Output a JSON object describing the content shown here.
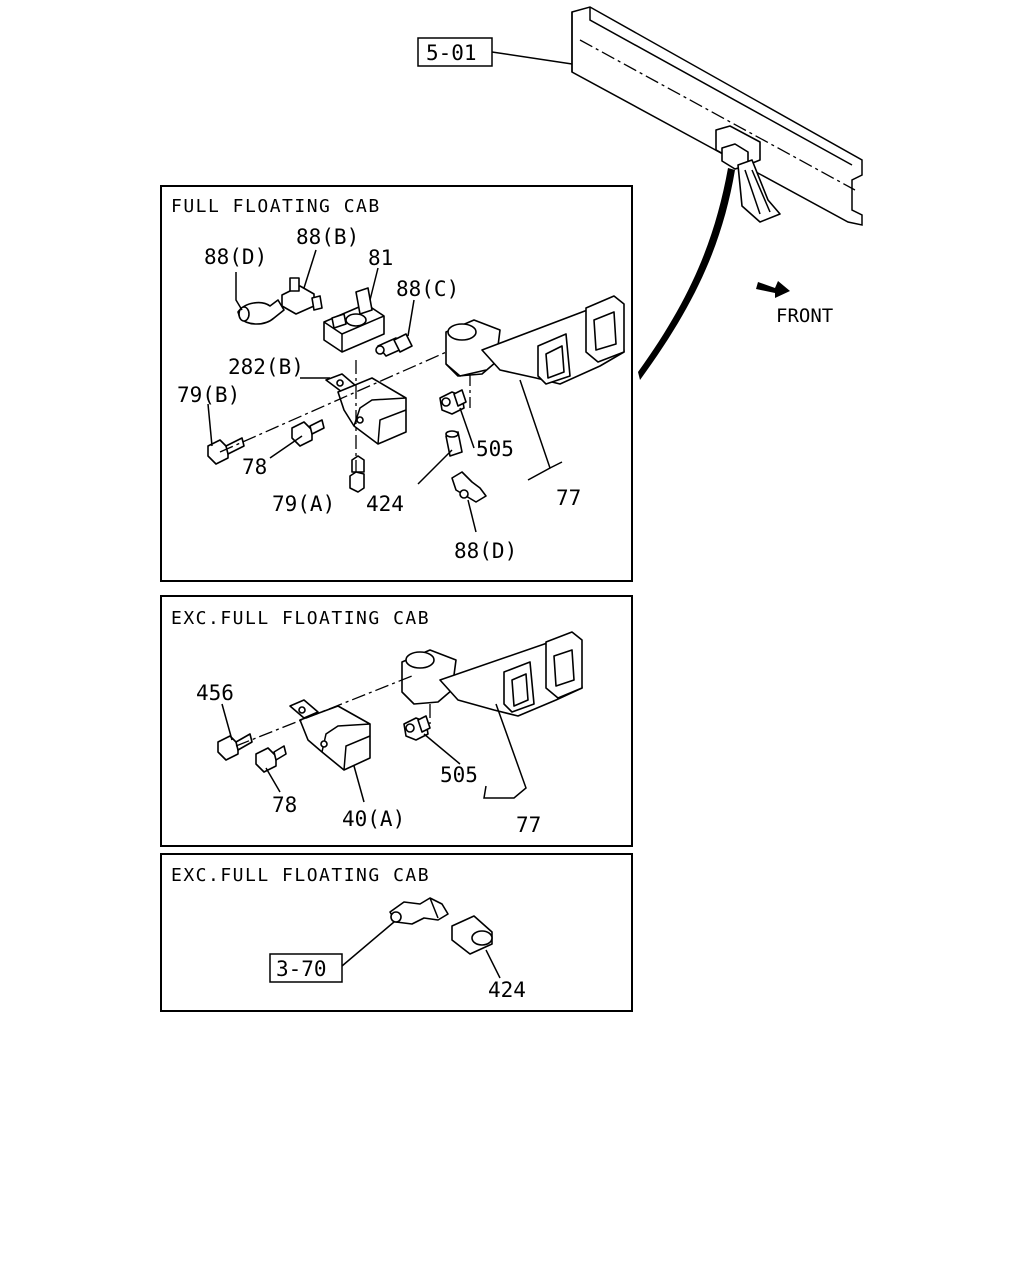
{
  "frame_ref": "5-01",
  "front_label": "FRONT",
  "panel_top": {
    "title": "FULL FLOATING CAB",
    "labels": {
      "l88d_top": "88(D)",
      "l88b": "88(B)",
      "l81": "81",
      "l88c": "88(C)",
      "l282b": "282(B)",
      "l79b": "79(B)",
      "l78": "78",
      "l79a": "79(A)",
      "l424": "424",
      "l505": "505",
      "l77": "77",
      "l88d_bottom": "88(D)"
    }
  },
  "panel_mid": {
    "title": "EXC.FULL FLOATING CAB",
    "labels": {
      "l456": "456",
      "l78": "78",
      "l40a": "40(A)",
      "l505": "505",
      "l77": "77"
    }
  },
  "panel_bot": {
    "title": "EXC.FULL FLOATING CAB",
    "ref": "3-70",
    "labels": {
      "l424": "424"
    }
  },
  "icons": [
    "front-arrow-icon"
  ]
}
